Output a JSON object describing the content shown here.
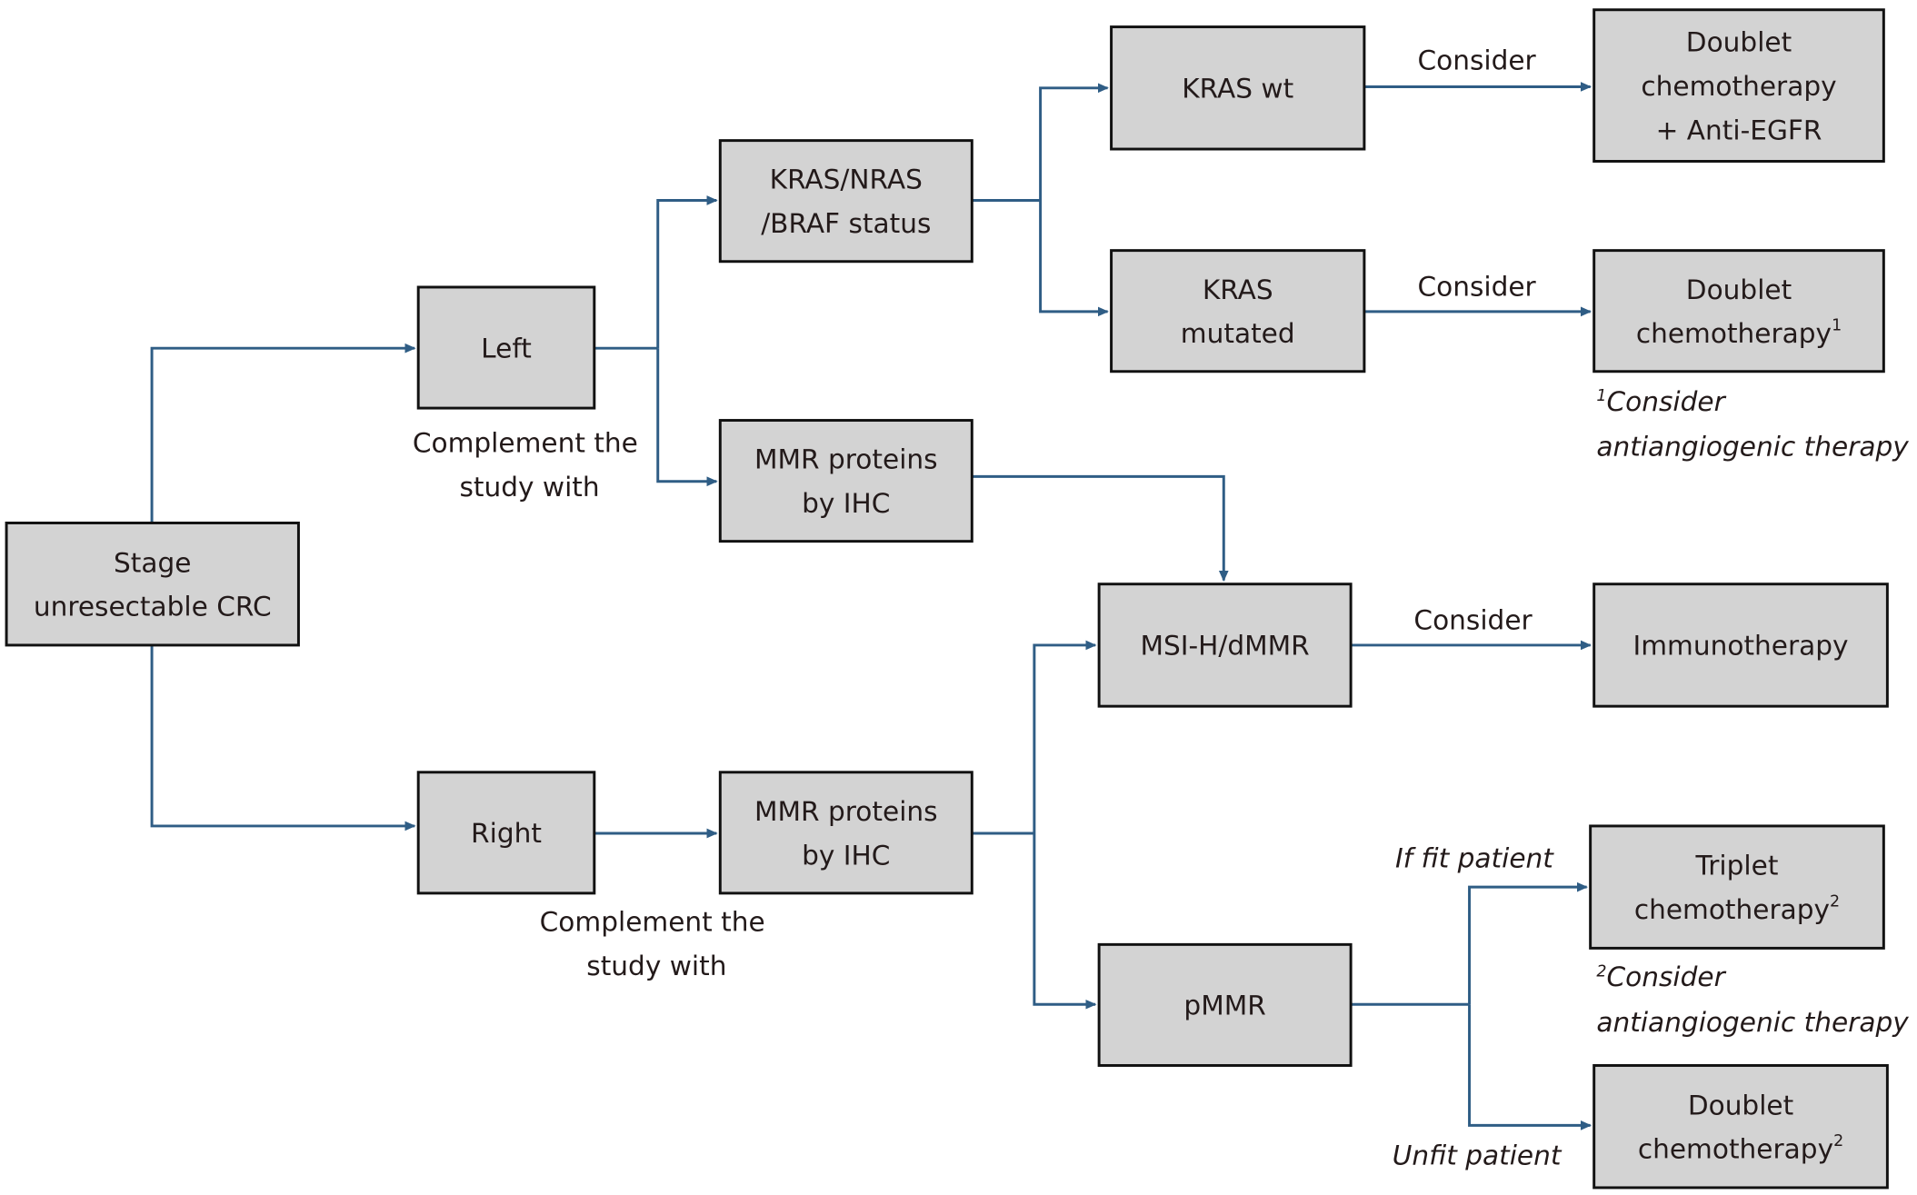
{
  "diagram": {
    "title": "Stage unresectable CRC treatment algorithm",
    "colors": {
      "box_fill": "#d3d3d3",
      "box_border": "#111111",
      "connector": "#2f5d85",
      "text": "#231a1a"
    },
    "nodes": {
      "stage": {
        "lines": [
          "Stage",
          "unresectable CRC"
        ]
      },
      "left": {
        "lines": [
          "Left"
        ]
      },
      "right": {
        "lines": [
          "Right"
        ]
      },
      "kras_nras_braf": {
        "lines": [
          "KRAS/NRAS",
          "/BRAF status"
        ]
      },
      "mmr_left": {
        "lines": [
          "MMR proteins",
          "by IHC"
        ]
      },
      "mmr_right": {
        "lines": [
          "MMR proteins",
          "by IHC"
        ]
      },
      "kras_wt": {
        "lines": [
          "KRAS wt"
        ]
      },
      "kras_mut": {
        "lines": [
          "KRAS",
          "mutated"
        ]
      },
      "msi_h": {
        "lines": [
          "MSI-H/dMMR"
        ]
      },
      "pmmr": {
        "lines": [
          "pMMR"
        ]
      },
      "doublet_egfr": {
        "lines": [
          "Doublet",
          "chemotherapy",
          "+ Anti-EGFR"
        ]
      },
      "doublet_1": {
        "lines": [
          "Doublet",
          "chemotherapy"
        ],
        "sup": "1"
      },
      "immuno": {
        "lines": [
          "Immunotherapy"
        ]
      },
      "triplet": {
        "lines": [
          "Triplet",
          "chemotherapy"
        ],
        "sup": "2"
      },
      "doublet_2": {
        "lines": [
          "Doublet",
          "chemotherapy"
        ],
        "sup": "2"
      }
    },
    "labels": {
      "complement_left": [
        "Complement the",
        "study with"
      ],
      "complement_right": [
        "Complement the",
        "study with"
      ],
      "consider_1": "Consider",
      "consider_2": "Consider",
      "consider_3": "Consider",
      "if_fit": "If fit patient",
      "unfit": "Unfit patient",
      "note_1": {
        "sup": "1",
        "lines": [
          "Consider",
          "antiangiogenic therapy"
        ]
      },
      "note_2": {
        "sup": "2",
        "lines": [
          "Consider",
          "antiangiogenic therapy"
        ]
      }
    }
  }
}
